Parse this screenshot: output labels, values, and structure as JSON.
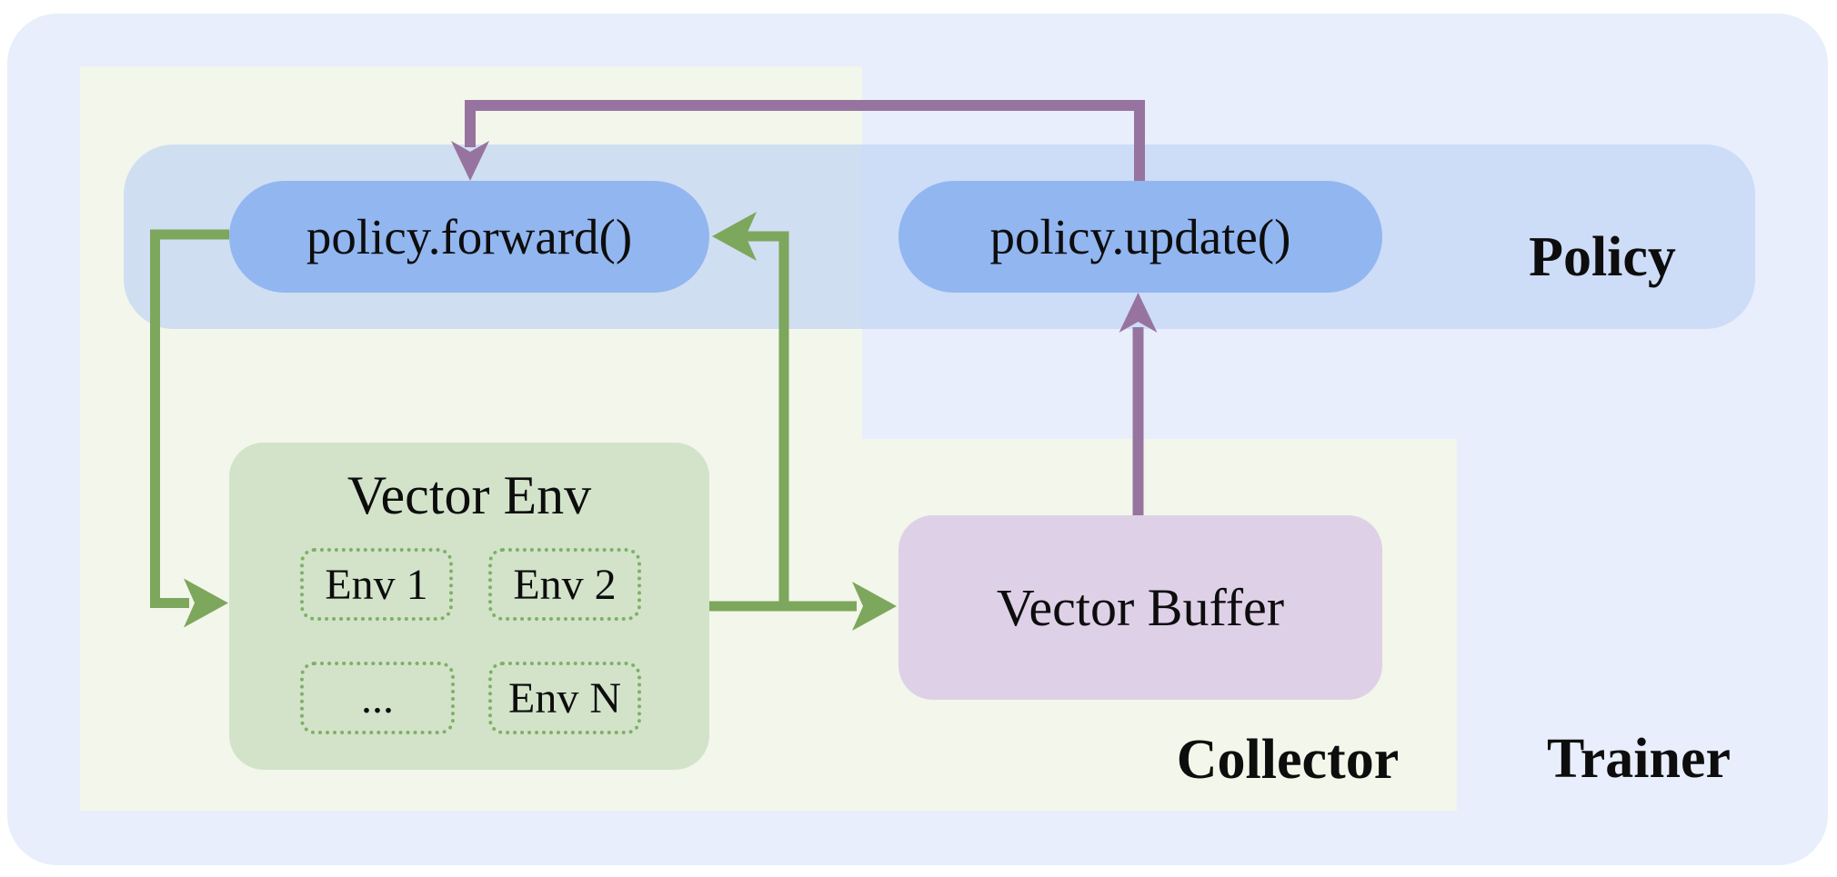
{
  "colors": {
    "trainer_bg": "#e8eefb",
    "collector_bg": "#f3f6ea",
    "policy_band": "rgba(195,213,245,0.73)",
    "pill": "#92b6f0",
    "env_box": "#d2e3ca",
    "env_dotted_border": "#7fb065",
    "buffer_box": "#ded1e7",
    "green_arrow": "#7da75c",
    "purple_arrow": "#97749f",
    "text": "#0d0d0d"
  },
  "regions": {
    "trainer_label": "Trainer",
    "collector_label": "Collector",
    "policy_label": "Policy"
  },
  "policy": {
    "forward_label": "policy.forward()",
    "update_label": "policy.update()"
  },
  "collector": {
    "vector_env": {
      "title": "Vector Env",
      "envs": [
        "Env 1",
        "Env 2",
        "...",
        "Env N"
      ]
    },
    "vector_buffer_label": "Vector Buffer"
  }
}
